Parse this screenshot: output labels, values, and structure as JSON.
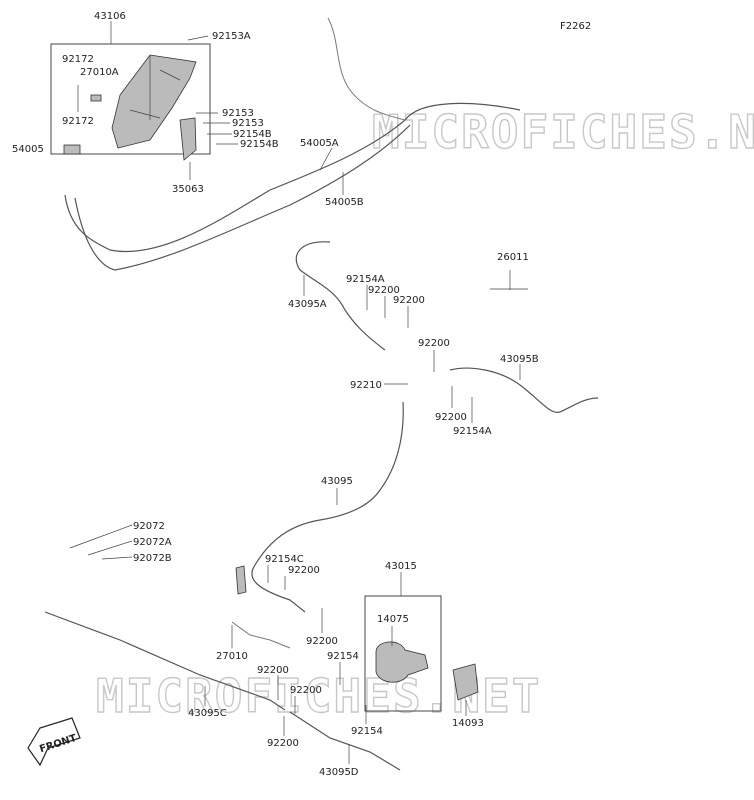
{
  "figure_number": "F2262",
  "watermarks": [
    "MICROFICHES.NET",
    "MICROFICHES.NET"
  ],
  "front_label": "FRONT",
  "labels": {
    "l43106": "43106",
    "l92153A": "92153A",
    "l92172a": "92172",
    "l27010A": "27010A",
    "l92172b": "92172",
    "l92153a": "92153",
    "l92153b": "92153",
    "l92154Ba": "92154B",
    "l92154Bb": "92154B",
    "l54005": "54005",
    "l54005A": "54005A",
    "l35063": "35063",
    "l54005B": "54005B",
    "l26011": "26011",
    "l92154Aa": "92154A",
    "l92200a": "92200",
    "l92200b": "92200",
    "l43095A": "43095A",
    "l92200c": "92200",
    "l43095B": "43095B",
    "l92210": "92210",
    "l92200d": "92200",
    "l92154Ab": "92154A",
    "l43095": "43095",
    "l92072": "92072",
    "l92072A": "92072A",
    "l92072B": "92072B",
    "l92154C": "92154C",
    "l92200e": "92200",
    "l43015": "43015",
    "l14075": "14075",
    "l92200f": "92200",
    "l27010": "27010",
    "l92154a": "92154",
    "l92200g": "92200",
    "l92200h": "92200",
    "l43095C": "43095C",
    "l14093": "14093",
    "l92154b": "92154",
    "l92200i": "92200",
    "l43095D": "43095D"
  }
}
